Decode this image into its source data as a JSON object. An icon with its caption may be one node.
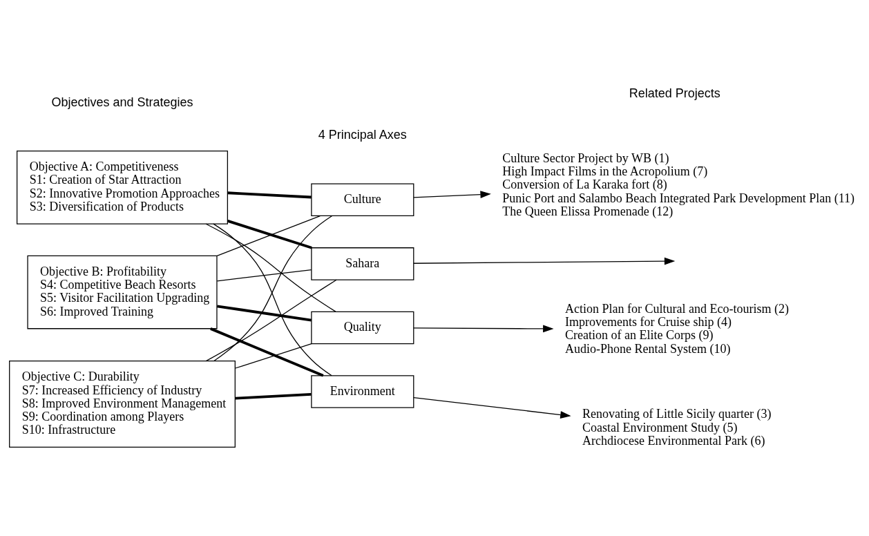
{
  "diagram": {
    "nodes": [
      {
        "text": [
          "Objective A: Competitiveness",
          "S1: Creation of Star Attraction",
          "S2: Innovative Promotion Approaches",
          "S3: Diversification of Products"
        ]
      },
      {
        "text": [
          "Objective B: Profitability",
          "S4: Competitive Beach Resorts",
          "S5: Visitor Facilitation Upgrading",
          "S6: Improved Training"
        ]
      },
      {
        "text": [
          "Objective C: Durability",
          "S7: Increased Efficiency of Industry",
          "S8: Improved Environment Management",
          "S9: Coordination among Players",
          "S10: Infrastructure"
        ]
      },
      {
        "text": [
          "Culture"
        ]
      },
      {
        "text": [
          "Sahara"
        ]
      },
      {
        "text": [
          "Quality"
        ]
      },
      {
        "text": [
          "Environment"
        ]
      },
      {
        "text": [
          "Culture Sector Project by WB (1)",
          "High Impact Films in the Acropolium (7)",
          "Conversion of La Karaka fort (8)",
          "Punic Port and Salambo Beach Integrated Park Development Plan (11)",
          "The Queen Elissa Promenade (12)"
        ]
      },
      {
        "text": [
          "Action Plan for Cultural and Eco-tourism (2)",
          "Improvements for Cruise ship (4)",
          "Creation of an Elite Corps (9)",
          "Audio-Phone Rental System (10)"
        ]
      },
      {
        "text": [
          "Renovating of Little Sicily quarter (3)",
          "Coastal Environment Study (5)",
          "Archdiocese Environmental Park (6)"
        ]
      }
    ],
    "edges": [
      {
        "from": 0,
        "to": 3,
        "arrow": "none",
        "style": "thick"
      },
      {
        "from": 0,
        "to": 4,
        "arrow": "none",
        "style": "thick"
      },
      {
        "from": 0,
        "to": 5,
        "arrow": "none"
      },
      {
        "from": 0,
        "to": 6,
        "arrow": "none"
      },
      {
        "from": 1,
        "to": 3,
        "arrow": "none"
      },
      {
        "from": 1,
        "to": 4,
        "arrow": "none"
      },
      {
        "from": 1,
        "to": 5,
        "arrow": "none",
        "style": "thick"
      },
      {
        "from": 1,
        "to": 6,
        "arrow": "none",
        "style": "thick"
      },
      {
        "from": 2,
        "to": 3,
        "arrow": "none"
      },
      {
        "from": 2,
        "to": 4,
        "arrow": "none"
      },
      {
        "from": 2,
        "to": 5,
        "arrow": "none"
      },
      {
        "from": 2,
        "to": 6,
        "arrow": "none",
        "style": "thick"
      },
      {
        "from": 3,
        "to": 7,
        "arrow": "to"
      },
      {
        "from": 4,
        "to": null,
        "arrow": "to"
      },
      {
        "from": 5,
        "to": 8,
        "arrow": "to"
      },
      {
        "from": 6,
        "to": 9,
        "arrow": "to"
      }
    ],
    "labels": [
      "Objectives and Strategies",
      "4 Principal Axes",
      "Related Projects"
    ]
  }
}
